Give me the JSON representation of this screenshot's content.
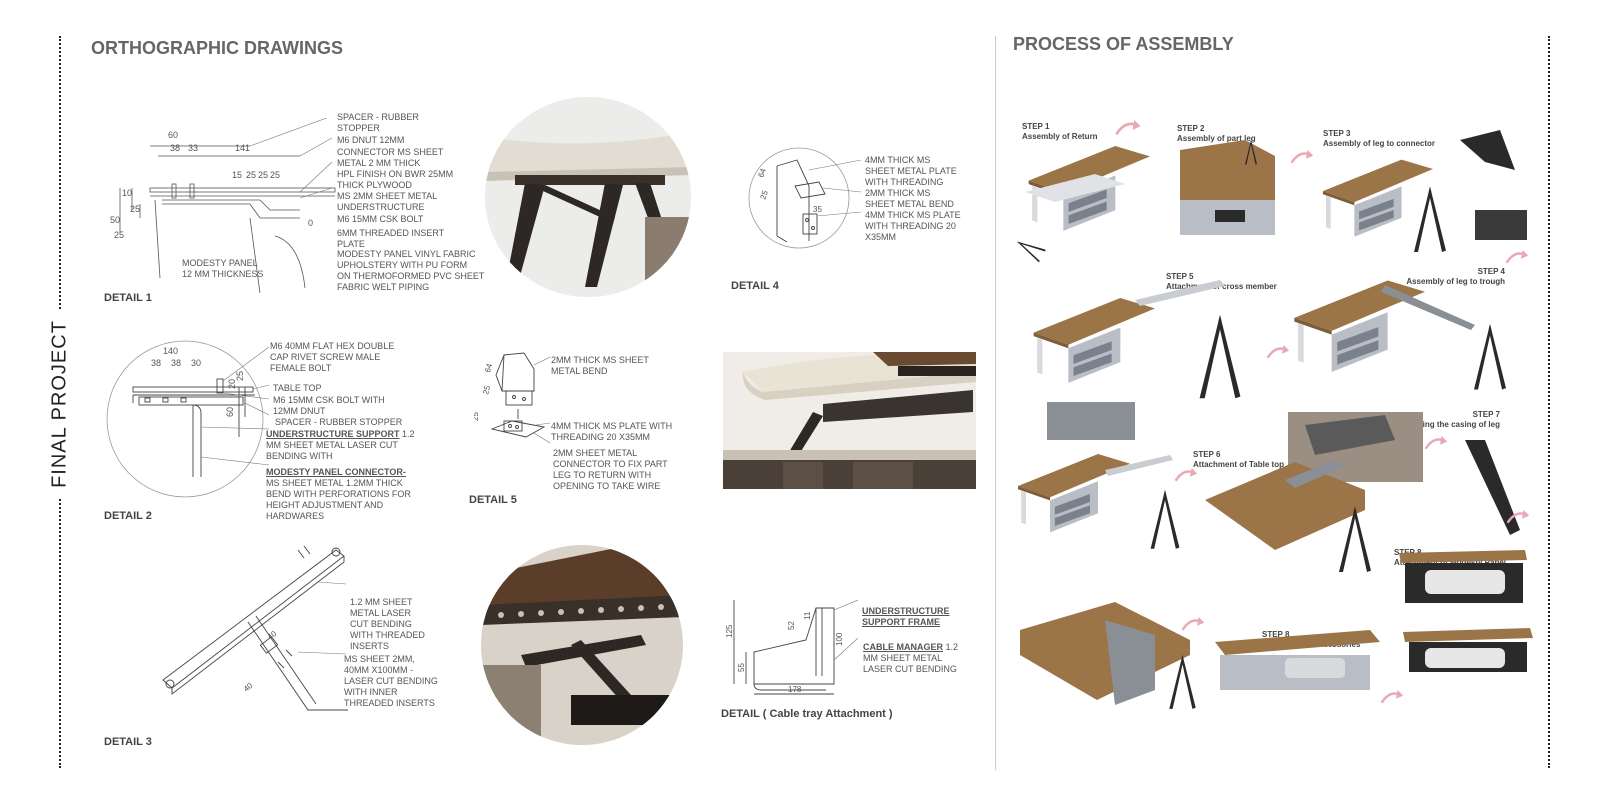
{
  "page": {
    "side_title": "FINAL PROJECT",
    "left_title": "ORTHOGRAPHIC DRAWINGS",
    "right_title": "PROCESS OF ASSEMBLY"
  },
  "details": {
    "d1": {
      "label": "DETAIL 1",
      "dims": [
        "60",
        "38",
        "33",
        "141",
        "15",
        "25",
        "25",
        "25",
        "10",
        "25",
        "50",
        "25",
        "0"
      ],
      "notes": [
        "SPACER -  RUBBER\nSTOPPER",
        "M6 DNUT 12MM",
        "CONNECTOR MS SHEET\nMETAL 2 MM  THICK",
        "HPL FINISH ON BWR 25MM\nTHICK PLYWOOD",
        "MS 2MM SHEET METAL\nUNDERSTRUCTURE",
        "M6 15MM CSK BOLT",
        "6MM THREADED INSERT\nPLATE",
        "MODESTY PANEL VINYL FABRIC\nUPHOLSTERY WITH PU FORM\nON THERMOFORMED PVC SHEET",
        "FABRIC WELT PIPING"
      ],
      "panel_note": "MODESTY PANEL\n12 MM THICKNESS"
    },
    "d2": {
      "label": "DETAIL 2",
      "dims": [
        "140",
        "38",
        "38",
        "30",
        "20",
        "25",
        "60"
      ],
      "notes": [
        "M6 40MM FLAT HEX DOUBLE\nCAP RIVET SCREW MALE\nFEMALE BOLT",
        "TABLE TOP",
        "M6 15MM CSK BOLT WITH\n12MM DNUT",
        "SPACER -  RUBBER STOPPER"
      ],
      "support_title": "UNDERSTRUCTURE SUPPORT",
      "support_text": " 1.2\nMM SHEET METAL LASER CUT\nBENDING WITH",
      "connector_title": "MODESTY PANEL CONNECTOR-",
      "connector_text": "\nMS SHEET METAL 1.2MM THICK\nBEND WITH PERFORATIONS FOR\nHEIGHT ADJUSTMENT AND\nHARDWARES"
    },
    "d3": {
      "label": "DETAIL 3",
      "dims": [
        "40",
        "40"
      ],
      "notes": [
        "1.2 MM SHEET\nMETAL LASER\nCUT BENDING\nWITH THREADED\nINSERTS",
        "MS SHEET 2MM,\n40MM X100MM -\nLASER CUT BENDING\nWITH INNER\nTHREADED INSERTS"
      ]
    },
    "d4": {
      "label": "DETAIL 4",
      "dims": [
        "64",
        "25",
        "35"
      ],
      "notes": [
        "4MM THICK MS\nSHEET METAL PLATE\nWITH THREADING",
        "2MM THICK MS\nSHEET METAL BEND",
        "4MM THICK MS PLATE\nWITH THREADING 20\nX35MM"
      ]
    },
    "d5": {
      "label": "DETAIL 5",
      "dims": [
        "64",
        "25",
        "25"
      ],
      "notes": [
        "2MM THICK MS SHEET\nMETAL BEND",
        "4MM THICK MS PLATE WITH\nTHREADING 20 X35MM",
        "2MM SHEET METAL\nCONNECTOR TO FIX PART\nLEG TO RETURN WITH\nOPENING TO TAKE WIRE"
      ]
    },
    "cable": {
      "label": "DETAIL ( Cable tray Attachment )",
      "dims": [
        "125",
        "55",
        "52",
        "11",
        "100",
        "178"
      ],
      "frame_title": "UNDERSTRUCTURE\nSUPPORT FRAME",
      "manager_title": "CABLE MANAGER",
      "manager_text": "  1.2\nMM SHEET METAL\nLASER CUT BENDING"
    }
  },
  "steps": [
    {
      "num": "STEP 1",
      "text": "Assembly of Return"
    },
    {
      "num": "STEP 2",
      "text": "Assembly of part leg"
    },
    {
      "num": "STEP 3",
      "text": "Assembly of leg  to connector"
    },
    {
      "num": "STEP 4",
      "text": "Assembly of leg to trough"
    },
    {
      "num": "STEP 5",
      "text": "Attachment of cross member"
    },
    {
      "num": "STEP 6",
      "text": "Attachment of Table top"
    },
    {
      "num": "STEP 7",
      "text": "Fixing the casing of leg"
    },
    {
      "num": "STEP 8",
      "text": "Attachment of Modesty Panel"
    },
    {
      "num": "STEP 8",
      "text": "Attachment of Acessories"
    }
  ],
  "colors": {
    "wood": "#9b7448",
    "wood_light": "#b48a5c",
    "metal_dark": "#2a2a2a",
    "drawer": "#8a919c",
    "arrow": "#e8a9b4",
    "line": "#555555"
  }
}
